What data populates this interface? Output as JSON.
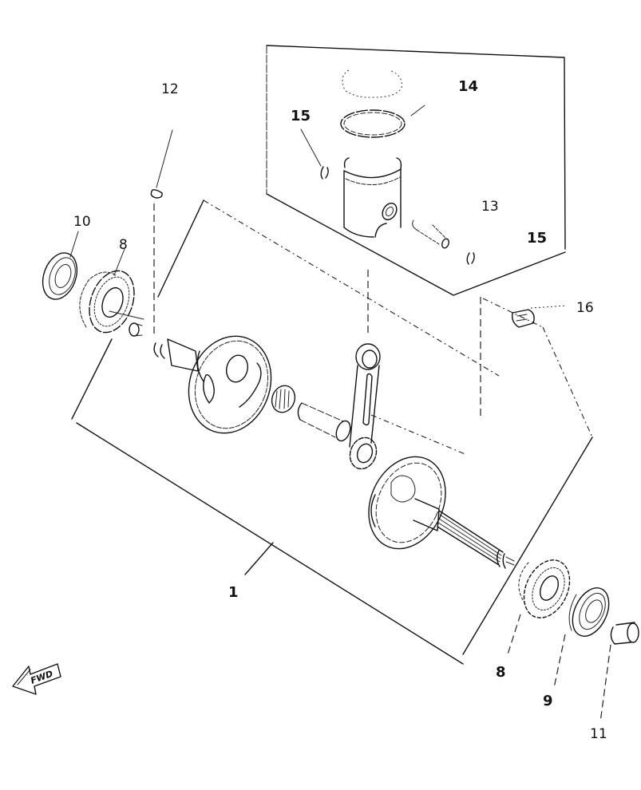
{
  "diagram": {
    "type": "exploded-parts-diagram",
    "subject": "crankshaft and piston assembly",
    "callouts": [
      {
        "id": "c1",
        "label": "1",
        "part": "crankshaft assembly"
      },
      {
        "id": "c8a",
        "label": "8",
        "part": "bearing (left)"
      },
      {
        "id": "c8b",
        "label": "8",
        "part": "bearing (right)"
      },
      {
        "id": "c9",
        "label": "9",
        "part": "oil seal (right)"
      },
      {
        "id": "c10",
        "label": "10",
        "part": "oil seal (left)"
      },
      {
        "id": "c11",
        "label": "11",
        "part": "collar / spacer"
      },
      {
        "id": "c12",
        "label": "12",
        "part": "woodruff key"
      },
      {
        "id": "c13",
        "label": "13",
        "part": "piston"
      },
      {
        "id": "c14",
        "label": "14",
        "part": "piston ring set"
      },
      {
        "id": "c15a",
        "label": "15",
        "part": "piston pin clip (left)"
      },
      {
        "id": "c15b",
        "label": "15",
        "part": "piston pin clip (right)"
      },
      {
        "id": "c16",
        "label": "16",
        "part": "small end bearing"
      }
    ],
    "direction_marker": {
      "label": "FWD",
      "icon": "forward-arrow-icon"
    }
  }
}
